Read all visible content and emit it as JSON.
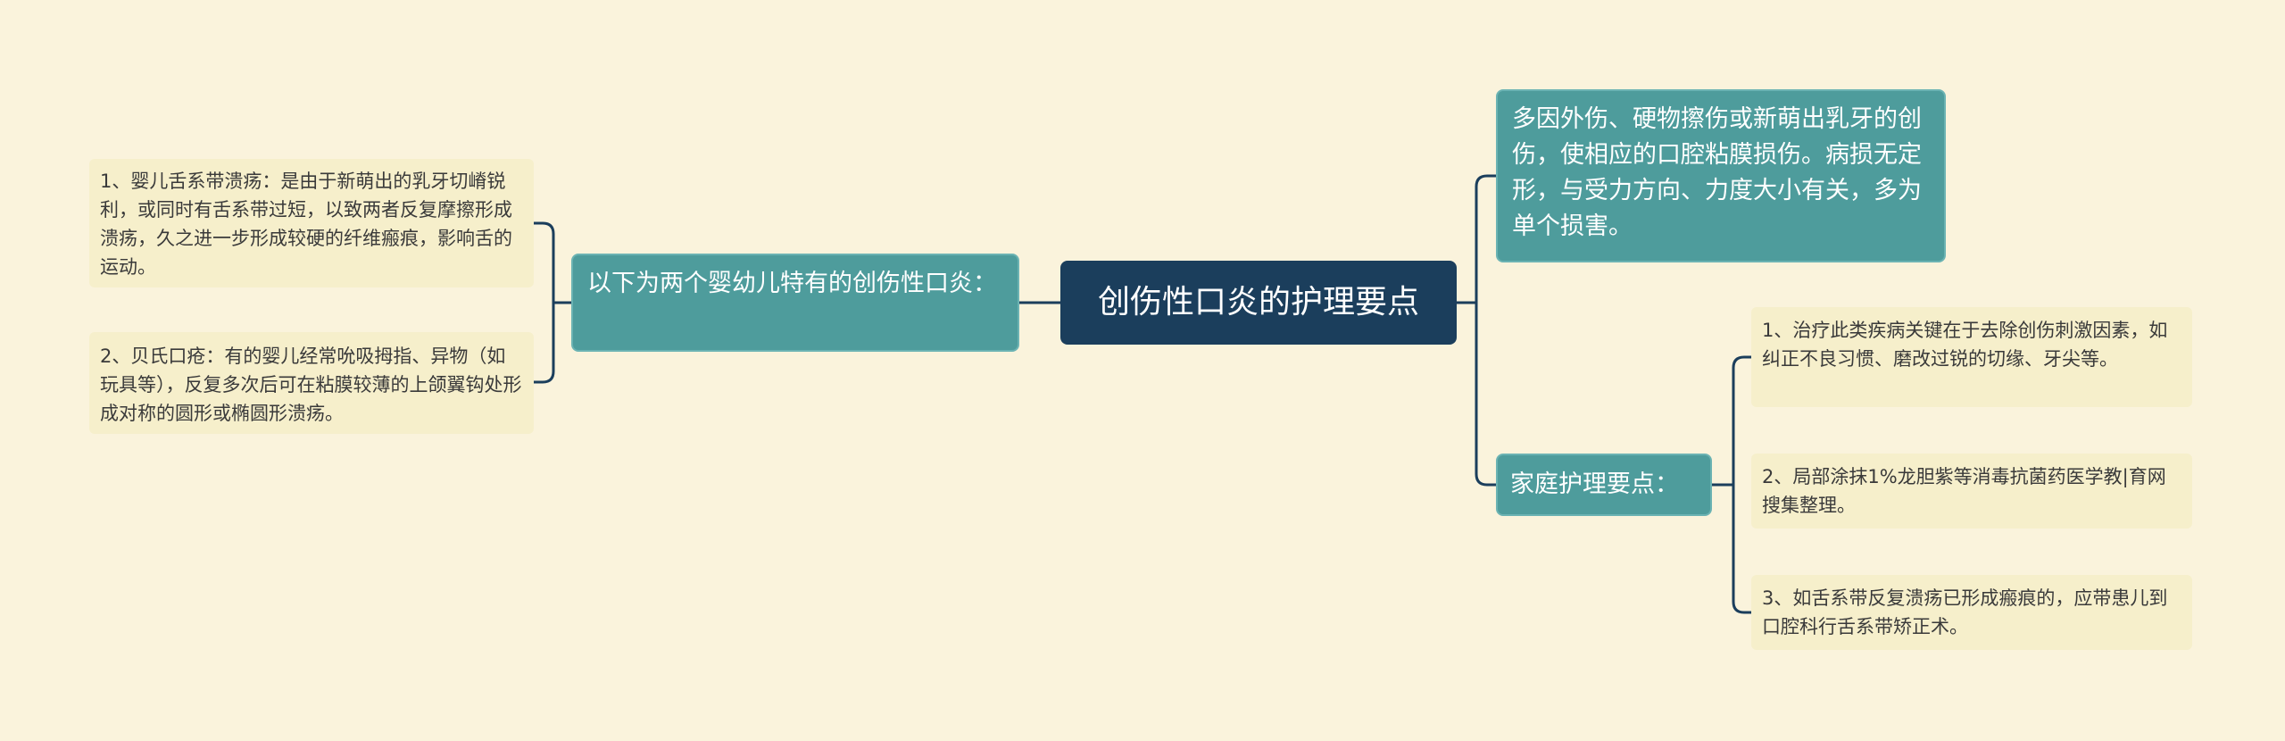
{
  "root": {
    "title": "创伤性口炎的护理要点"
  },
  "left_branch": {
    "label": "以下为两个婴幼儿特有的创伤性口炎：",
    "children": [
      "1、婴儿舌系带溃疡：是由于新萌出的乳牙切嵴锐利，或同时有舌系带过短，以致两者反复摩擦形成溃疡，久之进一步形成较硬的纤维瘢痕，影响舌的运动。",
      "2、贝氏口疮：有的婴儿经常吮吸拇指、异物（如玩具等），反复多次后可在粘膜较薄的上颌翼钩处形成对称的圆形或椭圆形溃疡。"
    ]
  },
  "right_top": {
    "label": "多因外伤、硬物擦伤或新萌出乳牙的创伤，使相应的口腔粘膜损伤。病损无定形，与受力方向、力度大小有关，多为单个损害。"
  },
  "right_bottom": {
    "label": "家庭护理要点：",
    "children": [
      "1、治疗此类疾病关键在于去除创伤刺激因素，如纠正不良习惯、磨改过锐的切缘、牙尖等。",
      "2、局部涂抹1%龙胆紫等消毒抗菌药医学教|育网搜集整理。",
      "3、如舌系带反复溃疡已形成瘢痕的，应带患儿到口腔科行舌系带矫正术。"
    ]
  },
  "colors": {
    "background": "#faf3dc",
    "root": "#1b3e5c",
    "branch": "#4e9c9c",
    "leaf": "#f6efcb",
    "connector": "#1b3e5c"
  }
}
